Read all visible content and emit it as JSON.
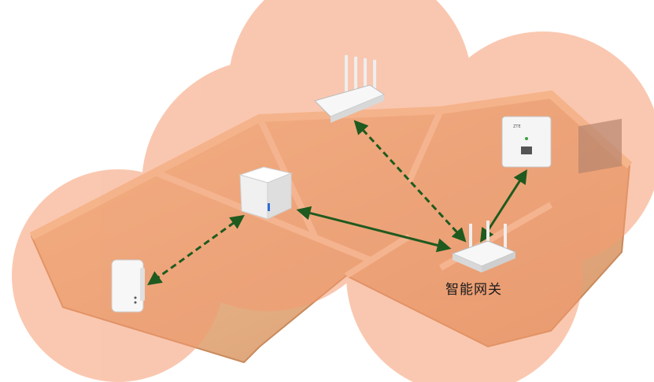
{
  "gateway": {
    "label": "智能网关"
  },
  "colors": {
    "coverage": "#f59a70",
    "floor": "#e8b48c",
    "wall": "#f3c9a4",
    "link_solid": "#1f5a1f",
    "link_dashed": "#1f5a1f",
    "device": "#f4f4f4"
  },
  "devices": [
    {
      "name": "wireless-router",
      "icon": "router-4-antenna-icon"
    },
    {
      "name": "wall-panel-ap",
      "icon": "panel-ap-icon"
    },
    {
      "name": "cube-mesh-node",
      "icon": "cube-node-icon"
    },
    {
      "name": "plug-extender",
      "icon": "plug-extender-icon"
    },
    {
      "name": "smart-gateway",
      "icon": "gateway-3-antenna-icon"
    }
  ],
  "links": [
    {
      "from": "wireless-router",
      "to": "smart-gateway",
      "style": "dashed"
    },
    {
      "from": "wall-panel-ap",
      "to": "smart-gateway",
      "style": "solid"
    },
    {
      "from": "cube-mesh-node",
      "to": "smart-gateway",
      "style": "solid"
    },
    {
      "from": "cube-mesh-node",
      "to": "plug-extender",
      "style": "dashed"
    }
  ]
}
